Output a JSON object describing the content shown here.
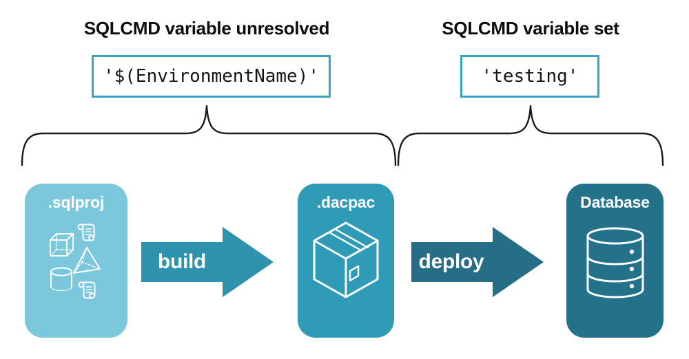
{
  "headings": {
    "left": "SQLCMD variable unresolved",
    "right": "SQLCMD variable set"
  },
  "code_boxes": {
    "left": "'$(EnvironmentName)'",
    "right": "'testing'"
  },
  "pipeline": {
    "nodes": [
      {
        "label": ".sqlproj",
        "icon": "sql-objects-icon",
        "fill": "#7BC8DC"
      },
      {
        "label": ".dacpac",
        "icon": "package-box-icon",
        "fill": "#2F9BB7"
      },
      {
        "label": "Database",
        "icon": "database-icon",
        "fill": "#23728A"
      }
    ],
    "arrows": [
      {
        "label": "build",
        "fill": "#2E91AE"
      },
      {
        "label": "deploy",
        "fill": "#256E85"
      }
    ]
  },
  "colors": {
    "background": "#FFFFFF",
    "code_box_border": "#3AA2C1",
    "brace_stroke": "#1A1A1A",
    "heading_text": "#0D0D0D",
    "code_text": "#151515",
    "node_label_text": "#FFFFFF",
    "icon_stroke": "#FFFFFF"
  }
}
